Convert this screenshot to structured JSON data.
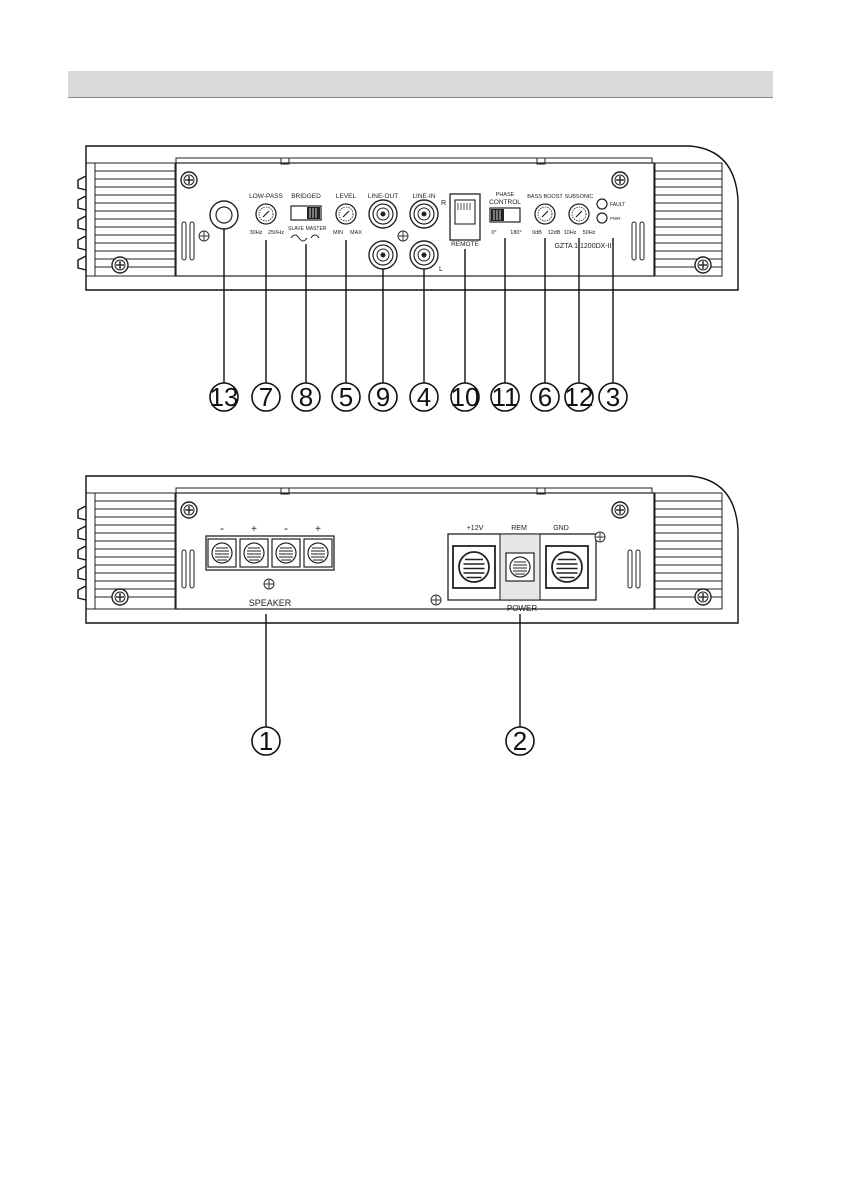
{
  "front_panel": {
    "labels": {
      "low_pass": "LOW-PASS",
      "low_pass_min": "30Hz",
      "low_pass_max": "250Hz",
      "bridged": "BRIDGED",
      "slave": "SLAVE",
      "master": "MASTER",
      "level": "LEVEL",
      "level_min": "MIN",
      "level_max": "MAX",
      "line_out": "LINE-OUT",
      "line_in": "LINE-IN",
      "r": "R",
      "l": "L",
      "remote": "REMOTE",
      "phase": "PHASE",
      "control": "CONTROL",
      "phase_0": "0°",
      "phase_180": "180°",
      "bass_boost": "BASS BOOST",
      "bass_min": "0dB",
      "bass_max": "12dB",
      "subsonic": "SUBSONIC",
      "sub_min": "10Hz",
      "sub_max": "50Hz",
      "fault": "FAULT",
      "pwr": "PWR",
      "model": "GZTA 1.1200DX-II"
    },
    "callouts": [
      "13",
      "7",
      "8",
      "5",
      "9",
      "4",
      "10",
      "11",
      "6",
      "12",
      "3"
    ]
  },
  "rear_panel": {
    "speaker_polarity": [
      "-",
      "+",
      "-",
      "+"
    ],
    "speaker_label": "SPEAKER",
    "power_terminals": [
      "+12V",
      "REM",
      "GND"
    ],
    "power_label": "POWER",
    "callouts": [
      "1",
      "2"
    ]
  }
}
